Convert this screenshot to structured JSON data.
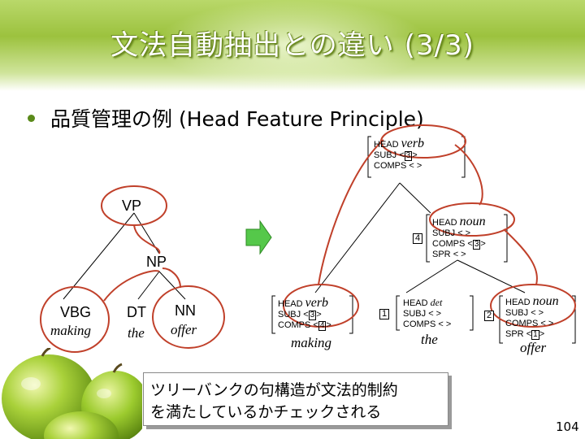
{
  "title": "文法自動抽出との違い (3/3)",
  "subtitle": "品質管理の例 (Head Feature Principle)",
  "colors": {
    "accent": "#9cc23e",
    "ellipse": "#c0402a",
    "arrow": "#55c84a"
  },
  "tree": {
    "vp": "VP",
    "np": "NP",
    "vbg": "VBG",
    "dt": "DT",
    "nn": "NN",
    "making": "making",
    "the": "the",
    "offer": "offer"
  },
  "avm": {
    "root": {
      "head": "HEAD",
      "type": "verb",
      "subj": "SUBJ",
      "comps": "COMPS",
      "subj_tag": "3",
      "lt": "<",
      "gt": ">",
      "empty": "< >"
    },
    "np": {
      "tag": "4",
      "head": "HEAD",
      "type": "noun",
      "subj": "SUBJ",
      "subj_val": "< >",
      "comps": "COMPS",
      "comps_lt": "<",
      "comps_gt": ">",
      "comps_tag": "3",
      "spr": "SPR",
      "spr_val": "< >"
    },
    "making": {
      "head": "HEAD",
      "type": "verb",
      "subj": "SUBJ",
      "subj_tag": "3",
      "comps": "COMPS",
      "comps_tag": "4",
      "lt": "<",
      "gt": ">",
      "word": "making"
    },
    "the": {
      "tag": "1",
      "head": "HEAD",
      "type": "det",
      "subj": "SUBJ",
      "subj_val": "< >",
      "comps": "COMPS",
      "comps_val": "< >",
      "word": "the"
    },
    "offer": {
      "tag": "2",
      "head": "HEAD",
      "type": "noun",
      "subj": "SUBJ",
      "subj_val": "< >",
      "comps": "COMPS",
      "comps_val": "< >",
      "spr": "SPR",
      "spr_tag": "1",
      "lt": "<",
      "gt": ">",
      "word": "offer"
    }
  },
  "callout": {
    "line1": "ツリーバンクの句構造が文法的制約",
    "line2": "を満たしているかチェックされる"
  },
  "page_number": "104"
}
